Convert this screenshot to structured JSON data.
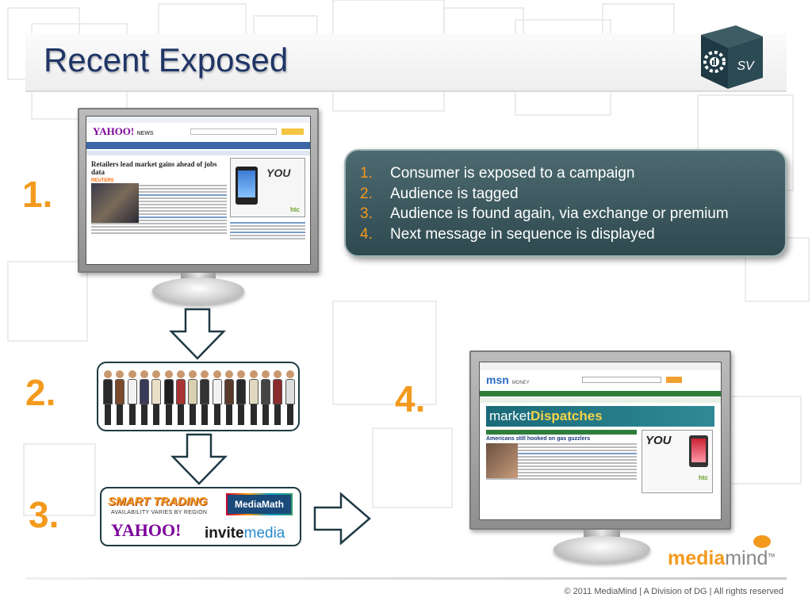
{
  "slide": {
    "title": "Recent Exposed",
    "logo_icon": "gear-cube-icon",
    "logo_text": "SV"
  },
  "steps": {
    "n1": "1.",
    "n2": "2.",
    "n3": "3.",
    "n4": "4."
  },
  "callout": {
    "items": [
      {
        "num": "1.",
        "text": "Consumer is exposed to a campaign"
      },
      {
        "num": "2.",
        "text": "Audience is tagged"
      },
      {
        "num": "3.",
        "text": "Audience is found again, via exchange or premium"
      },
      {
        "num": "4.",
        "text": "Next message in sequence is displayed"
      }
    ]
  },
  "monitor1": {
    "site_logo": "YAHOO!",
    "site_section": "NEWS",
    "headline": "Retailers lead market gains ahead of jobs data",
    "source": "REUTERS",
    "ad_text": "YOU",
    "ad_brand": "htc"
  },
  "monitor2": {
    "site_logo": "msn",
    "site_section": "MONEY",
    "banner_a": "market",
    "banner_b": "Dispatches",
    "feature_headline": "Americans still hooked on gas guzzlers",
    "ad_text": "YOU",
    "ad_brand": "htc"
  },
  "exchanges": {
    "smart_trading": "SMART TRADING",
    "availability": "AVAILABILITY VARIES BY REGION",
    "yahoo": "YAHOO!",
    "mediamath": "MediaMath",
    "invite_a": "invite",
    "invite_b": "media"
  },
  "brand": {
    "media": "media",
    "mind": "mind",
    "tm": "TM"
  },
  "footer": "© 2011 MediaMind | A Division of DG | All rights reserved",
  "colors": {
    "accent": "#f39a1e",
    "title": "#1f3566",
    "callout_bg": "#3d5a60"
  }
}
